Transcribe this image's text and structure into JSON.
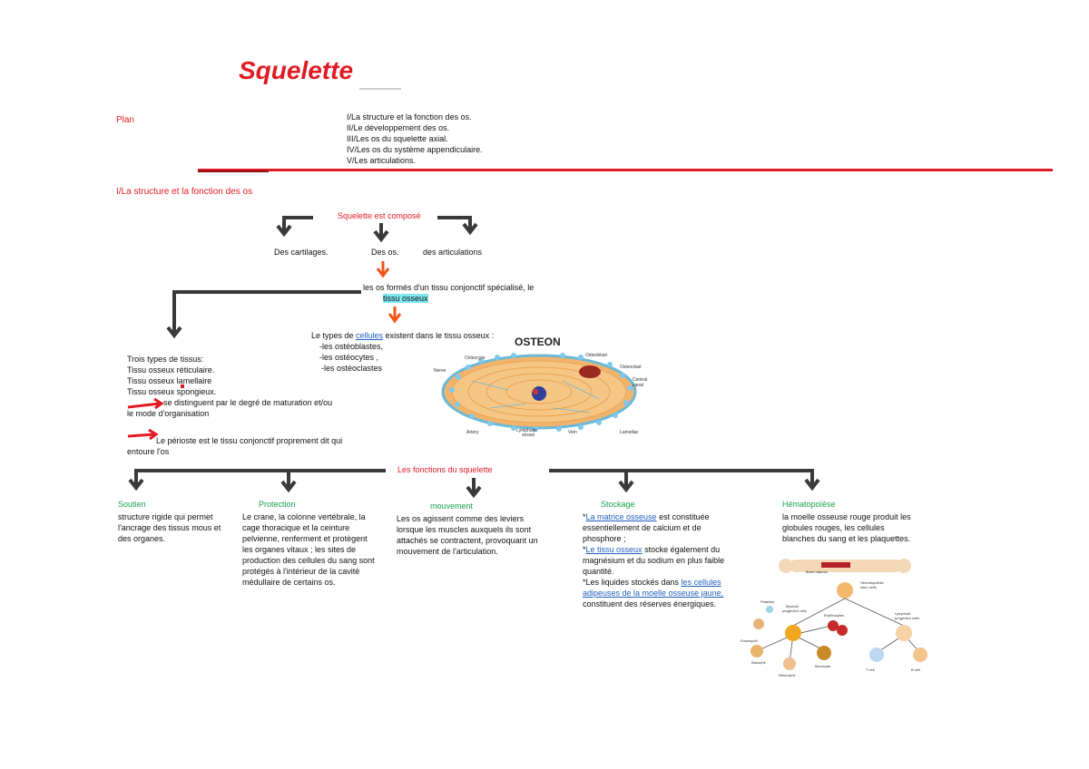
{
  "title": "Squelette",
  "plan": {
    "label": "Plan",
    "items": [
      "I/La structure et la fonction des os.",
      "II/Le développement des os.",
      "III/Les os du squelette axial.",
      "IV/Les os du système appendiculaire.",
      "V/Les articulations."
    ]
  },
  "section_heading": "I/La structure et la fonction des os",
  "diagram": {
    "root": "Squelette est composé",
    "branches": [
      "Des cartilages.",
      "Des os.",
      "des articulations"
    ],
    "os_formes": {
      "text": "les os formés d'un tissu conjonctif spécialisé, le",
      "highlight": "tissu osseux"
    },
    "types_cellules": {
      "prefix": "Le types de ",
      "link": "cellules",
      "suffix": " existent dans le tissu osseux :",
      "items": [
        "-les ostéoblastes,",
        "-les ostéocytes ,",
        "-les ostéoclastes"
      ]
    },
    "tissus": [
      "Trois types de tissus:",
      "Tissu osseux réticulaire.",
      "Tissu osseux lamellaire",
      "Tissu osseux spongieux.",
      "se distinguent par le degré de maturation et/ou",
      "le mode d'organisation"
    ],
    "perioste": "Le périoste est le tissu conjonctif proprement dit qui entoure l'os",
    "osteon_image": {
      "title": "OSTEON",
      "labels": [
        "Osteocyte",
        "Osteoblast",
        "Osteoclast",
        "Nerve",
        "Central canal",
        "Artery",
        "Lymphatic vessel",
        "Vein",
        "Lamellae"
      ]
    }
  },
  "functions": {
    "heading": "Les fonctions du squelette",
    "soutien": {
      "title": "Soutien",
      "text": "structure rigide qui permet l'ancrage des tissus mous et des organes."
    },
    "protection": {
      "title": "Protection",
      "text": "Le crane, la colonne vertébrale, la cage thoracique et la ceinture pelvienne, renferment et protègent les organes vitaux ; les sites de production des cellules du sang sont protégés à l'intérieur de la cavité médullaire de certains os."
    },
    "mouvement": {
      "title": "mouvement",
      "text": "Les os agissent comme des leviers lorsque les muscles auxquels ils sont attachés se contractent, provoquant un mouvement de l'articulation."
    },
    "stockage": {
      "title": "Stockage",
      "p1_prefix": "*",
      "p1_link": "La matrice osseuse",
      "p1_suffix": " est constituée essentiellement de calcium et de phosphore ;",
      "p2_prefix": "*",
      "p2_link": "Le tissu osseux",
      "p2_suffix": " stocke également du magnésium et du sodium en plus faible quantité.",
      "p3_prefix": "*Les liquides stockés dans ",
      "p3_link": "les cellules adipeuses de la moelle osseuse jaune,",
      "p3_suffix": " constituent des réserves énergiques."
    },
    "hematopoiese": {
      "title": "Hématopoïèse",
      "text": "la moelle osseuse rouge produit les globules rouges, les cellules blanches du sang et les plaquettes.",
      "image_labels": [
        "Bone marrow",
        "Hematopoietic stem cells",
        "Myeloid progenitor cells",
        "Lymphoid progenitor cells",
        "Platelets",
        "Erythrocytes",
        "Eosinophil",
        "Basophil",
        "Neutrophil",
        "Monocyte",
        "T cell",
        "B cell"
      ]
    }
  },
  "colors": {
    "accent_red": "#e21b23",
    "arrow_dark": "#3a3a3a",
    "arrow_orange": "#f2541b",
    "green": "#17a34a",
    "link_blue": "#1f5fbf",
    "highlight": "#7fe7f1"
  }
}
